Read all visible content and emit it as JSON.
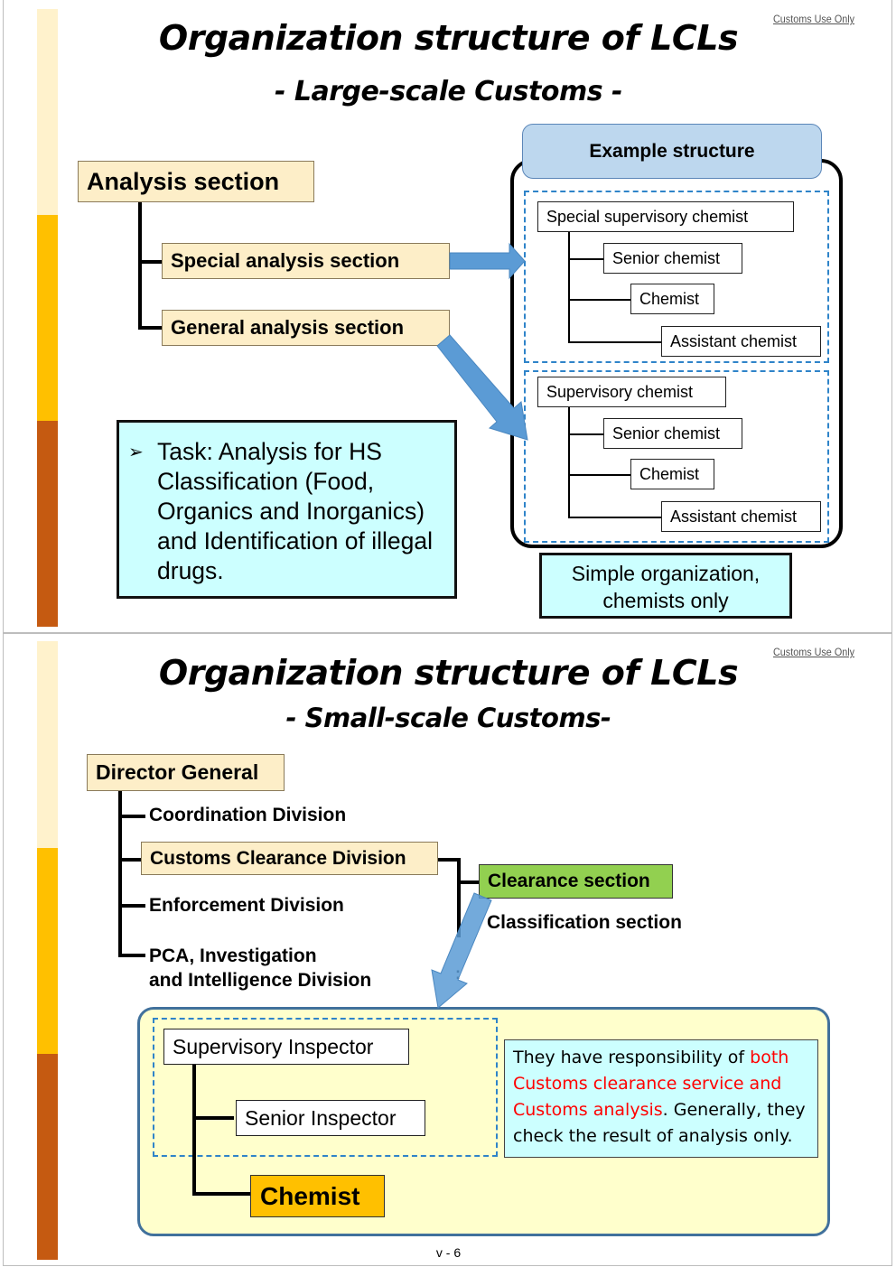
{
  "colors": {
    "strip_light": "#fff2cc",
    "strip_mid": "#ffc000",
    "strip_dark": "#c55a11",
    "tan_box": "#fdeec8",
    "blue_header": "#bdd7ee",
    "cyan_box": "#ccffff",
    "green_box": "#92d050",
    "orange_box": "#ffc000",
    "yellow_panel": "#ffffcc",
    "arrow_blue": "#5b9bd5",
    "dashed_blue": "#2f84c9",
    "highlight_red": "#ff0000"
  },
  "slide1": {
    "label": "Customs Use Only",
    "title": "Organization structure of LCLs",
    "subtitle": "- Large-scale Customs -",
    "root": "Analysis section",
    "children": [
      "Special analysis section",
      "General analysis section"
    ],
    "task_bullet": "➢",
    "task_text": "Task: Analysis for HS Classification (Food, Organics and Inorganics) and Identification of illegal drugs.",
    "example_header": "Example structure",
    "groups": [
      {
        "head": "Special  supervisory  chemist",
        "members": [
          "Senior chemist",
          "Chemist",
          "Assistant chemist"
        ]
      },
      {
        "head": "Supervisory  chemist",
        "members": [
          "Senior chemist",
          "Chemist",
          "Assistant chemist"
        ]
      }
    ],
    "note_line1": "Simple organization,",
    "note_line2": "chemists only"
  },
  "slide2": {
    "label": "Customs Use Only",
    "title": "Organization structure of LCLs",
    "subtitle": "- Small-scale Customs-",
    "root": "Director General",
    "divisions": [
      "Coordination Division",
      "Customs Clearance Division",
      "Enforcement Division"
    ],
    "pca_line1": "PCA, Investigation",
    "pca_line2": "and Intelligence Division",
    "sections": [
      "Clearance section",
      "Classification section"
    ],
    "ellipsis": ":",
    "supervisory": "Supervisory Inspector",
    "senior": "Senior Inspector",
    "chemist": "Chemist",
    "resp_part1": "They have responsibility of ",
    "resp_red": "both Customs clearance service and Customs analysis",
    "resp_part2": ". Generally, they check the result of analysis only.",
    "page_number": "v - 6"
  }
}
